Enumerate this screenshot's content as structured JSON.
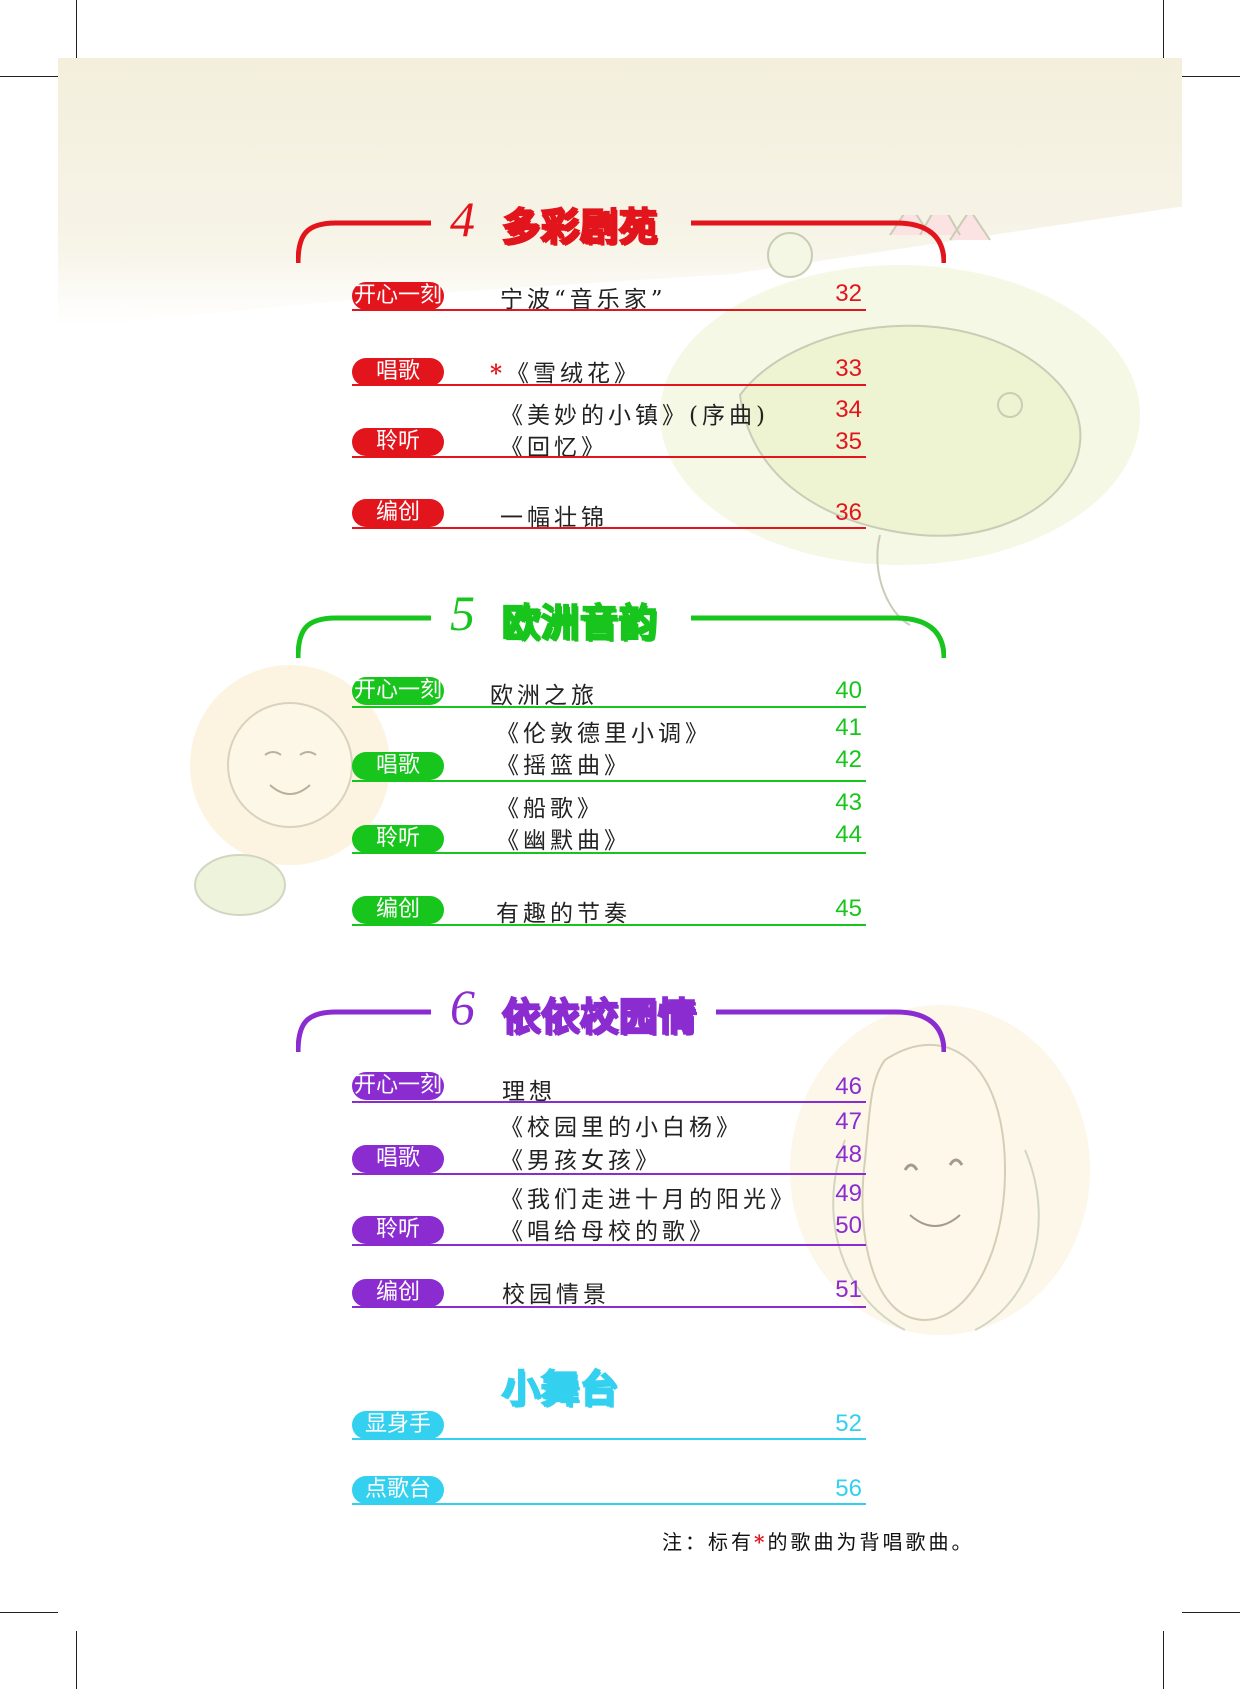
{
  "sections": [
    {
      "number": "4",
      "title": "多彩剧苑",
      "color": "#e2141c",
      "entries": [
        {
          "category": "开心一刻",
          "title": "宁波“音乐家”",
          "page": "32"
        },
        {
          "category": "唱歌",
          "star": "*",
          "title": "《雪绒花》",
          "page": "33"
        },
        {
          "category": "",
          "title": "《美妙的小镇》(序曲)",
          "page": "34"
        },
        {
          "category": "聆听",
          "title": "《回忆》",
          "page": "35"
        },
        {
          "category": "编创",
          "title": "一幅壮锦",
          "page": "36"
        }
      ]
    },
    {
      "number": "5",
      "title": "欧洲音韵",
      "color": "#18c51c",
      "entries": [
        {
          "category": "开心一刻",
          "title": "欧洲之旅",
          "page": "40"
        },
        {
          "category": "",
          "title": "《伦敦德里小调》",
          "page": "41"
        },
        {
          "category": "唱歌",
          "title": "《摇篮曲》",
          "page": "42"
        },
        {
          "category": "",
          "title": "《船歌》",
          "page": "43"
        },
        {
          "category": "聆听",
          "title": "《幽默曲》",
          "page": "44"
        },
        {
          "category": "编创",
          "title": "有趣的节奏",
          "page": "45"
        }
      ]
    },
    {
      "number": "6",
      "title": "依依校园情",
      "color": "#8a2cd0",
      "entries": [
        {
          "category": "开心一刻",
          "title": "理想",
          "page": "46"
        },
        {
          "category": "",
          "title": "《校园里的小白杨》",
          "page": "47"
        },
        {
          "category": "唱歌",
          "title": "《男孩女孩》",
          "page": "48"
        },
        {
          "category": "",
          "title": "《我们走进十月的阳光》",
          "page": "49"
        },
        {
          "category": "聆听",
          "title": "《唱给母校的歌》",
          "page": "50"
        },
        {
          "category": "编创",
          "title": "校园情景",
          "page": "51"
        }
      ]
    },
    {
      "title": "小舞台",
      "color": "#33d0ef",
      "entries": [
        {
          "category": "显身手",
          "page": "52"
        },
        {
          "category": "点歌台",
          "page": "56"
        }
      ]
    }
  ],
  "note": {
    "prefix": "注：标有",
    "star": "*",
    "suffix": "的歌曲为背唱歌曲。"
  }
}
